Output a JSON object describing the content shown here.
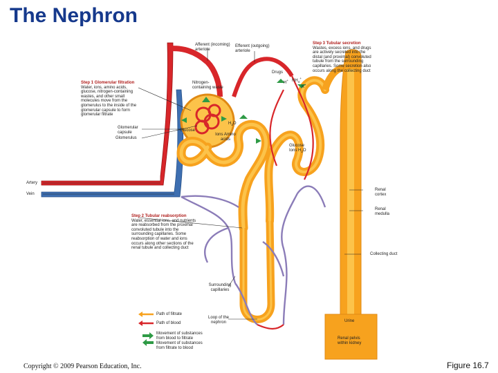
{
  "title": "The Nephron",
  "labels": {
    "afferent": "Afferent (incoming) arteriole",
    "efferent": "Efferent (outgoing) arteriole",
    "drugs": "Drugs",
    "h_ion": "H",
    "nh4": "NH",
    "k_ion": "K",
    "nitrogen": "Nitrogen-containing waste",
    "glomerular_capsule": "Glomerular capsule",
    "glomerulus": "Glomerulus",
    "glucose_left": "Glucose",
    "water_mid": "H",
    "ions_amino": "Ions Amino acids",
    "glucose_ions_water": "Glucose Ions H",
    "artery": "Artery",
    "vein": "Vein",
    "renal_cortex": "Renal cortex",
    "renal_medulla": "Renal medulla",
    "collecting_duct": "Collecting duct",
    "surrounding_capillaries": "Surrounding capillaries",
    "loop": "Loop of the nephron",
    "urine": "Urine",
    "renal_pelvis": "Renal pelvis within kidney"
  },
  "steps": {
    "step1_title": "Step 1 Glomerular filtration",
    "step1_text": "Water, ions, amino acids, glucose, nitrogen-containing wastes, and other small molecules move from the glomerulus to the inside of the glomerular capsule to form glomerular filtrate",
    "step2_title": "Step 2 Tubular reabsorption",
    "step2_text": "Water, essential ions, and nutrients are reabsorbed from the proximal convoluted tubule into the surrounding capillaries. Some reabsorption of water and ions occurs along other sections of the renal tubule and collecting duct",
    "step3_title": "Step 3 Tubular secretion",
    "step3_text": "Wastes, excess ions, and drugs are actively secreted into the distal (and proximal) convoluted tubule from the surrounding capillaries. Some secretion also occurs along the collecting duct"
  },
  "legend": {
    "filtrate": "Path of filtrate",
    "blood": "Path of blood",
    "to_filtrate": "Movement of substances from blood to filtrate",
    "to_blood": "Movement of substances from filtrate to blood"
  },
  "colors": {
    "title": "#16398c",
    "tubule": "#f7a21e",
    "tubule_light": "#fcc34a",
    "artery": "#d8262a",
    "vein": "#3e6fb1",
    "capillary": "#8b7cb8",
    "step_title": "#b0201e",
    "arrow_green": "#2e9a45"
  },
  "footer": {
    "copyright": "Copyright © 2009 Pearson Education, Inc.",
    "figure": "Figure 16.7"
  }
}
